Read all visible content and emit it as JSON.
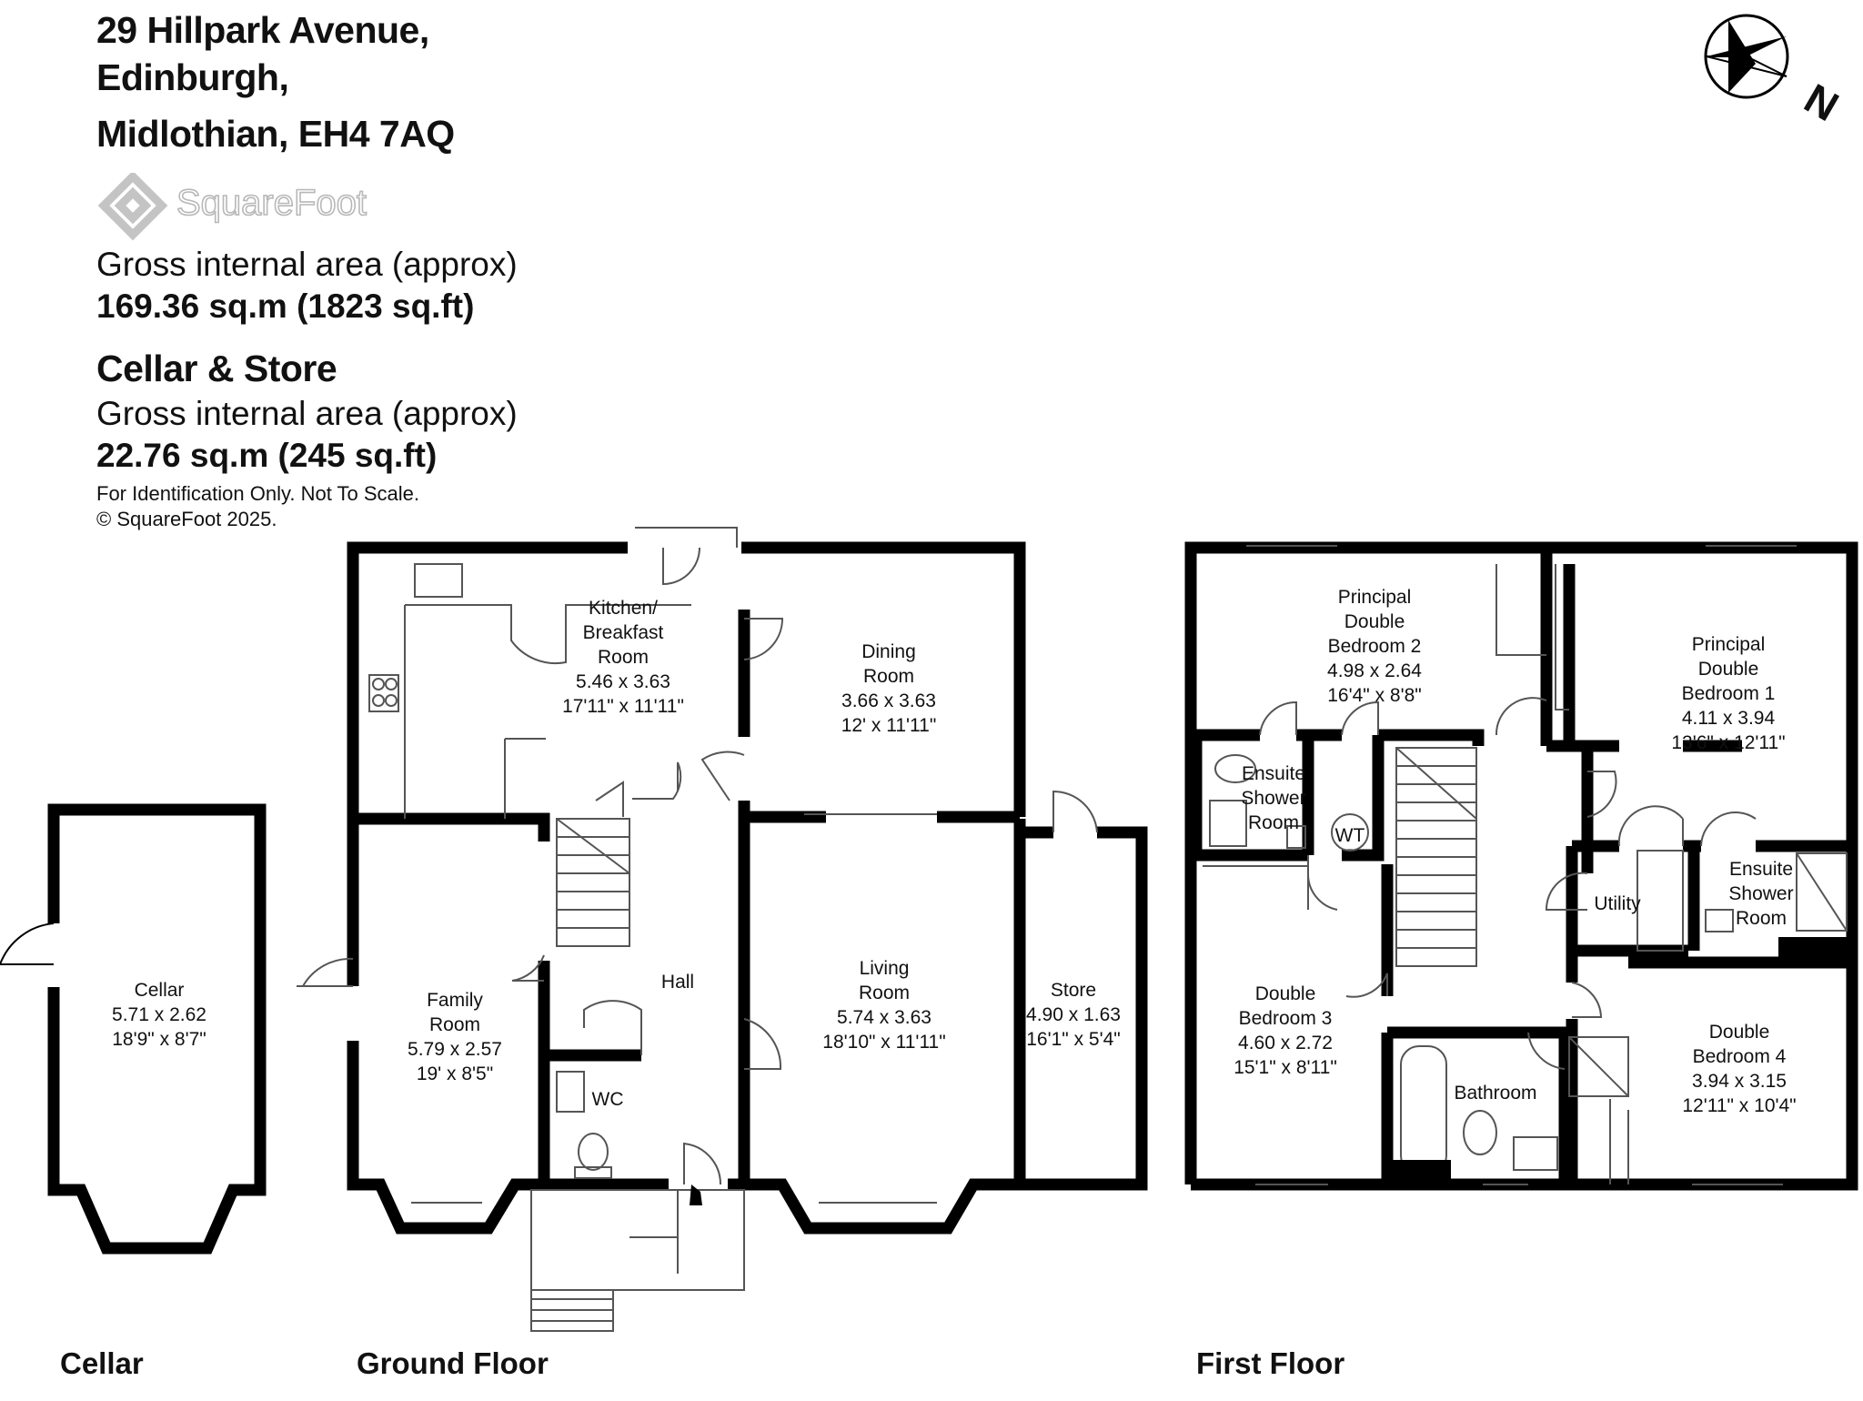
{
  "header": {
    "address_line1": "29 Hillpark Avenue,",
    "address_line2": "Edinburgh,",
    "address_line3": "Midlothian, EH4 7AQ",
    "brand": "SquareFoot",
    "gia_label": "Gross internal area (approx)",
    "gia_value": "169.36 sq.m (1823 sq.ft)",
    "cellar_title": "Cellar & Store",
    "cellar_gia_label": "Gross internal area (approx)",
    "cellar_gia_value": "22.76 sq.m (245 sq.ft)",
    "disclaimer": "For Identification Only. Not To Scale.",
    "copyright": "© SquareFoot 2025."
  },
  "compass": {
    "label": "N",
    "icon": "north-compass-icon"
  },
  "floors": {
    "cellar": "Cellar",
    "ground": "Ground Floor",
    "first": "First Floor"
  },
  "rooms": {
    "cellar": [
      "Cellar",
      "5.71 x 2.62",
      "18'9\" x 8'7\""
    ],
    "kitchen": [
      "Kitchen/",
      "Breakfast",
      "Room",
      "5.46 x 3.63",
      "17'11\" x 11'11\""
    ],
    "dining": [
      "Dining",
      "Room",
      "3.66 x 3.63",
      "12' x 11'11\""
    ],
    "family": [
      "Family",
      "Room",
      "5.79 x 2.57",
      "19' x 8'5\""
    ],
    "hall": [
      "Hall"
    ],
    "wc": [
      "WC"
    ],
    "living": [
      "Living",
      "Room",
      "5.74 x 3.63",
      "18'10\" x 11'11\""
    ],
    "store": [
      "Store",
      "4.90 x 1.63",
      "16'1\" x 5'4\""
    ],
    "bed2": [
      "Principal",
      "Double",
      "Bedroom 2",
      "4.98 x 2.64",
      "16'4\" x 8'8\""
    ],
    "bed1": [
      "Principal",
      "Double",
      "Bedroom 1",
      "4.11 x 3.94",
      "13'6\" x 12'11\""
    ],
    "ensuite1": [
      "Ensuite",
      "Shower",
      "Room"
    ],
    "wt": [
      "WT"
    ],
    "utility": [
      "Utility"
    ],
    "ensuite2": [
      "Ensuite",
      "Shower",
      "Room"
    ],
    "bed3": [
      "Double",
      "Bedroom 3",
      "4.60 x 2.72",
      "15'1\" x 8'11\""
    ],
    "bathroom": [
      "Bathroom"
    ],
    "bed4": [
      "Double",
      "Bedroom 4",
      "3.94 x 3.15",
      "12'11\" x 10'4\""
    ]
  },
  "colors": {
    "wall": "#000000",
    "fixture": "#555555",
    "logo": "#bdbdbd"
  }
}
